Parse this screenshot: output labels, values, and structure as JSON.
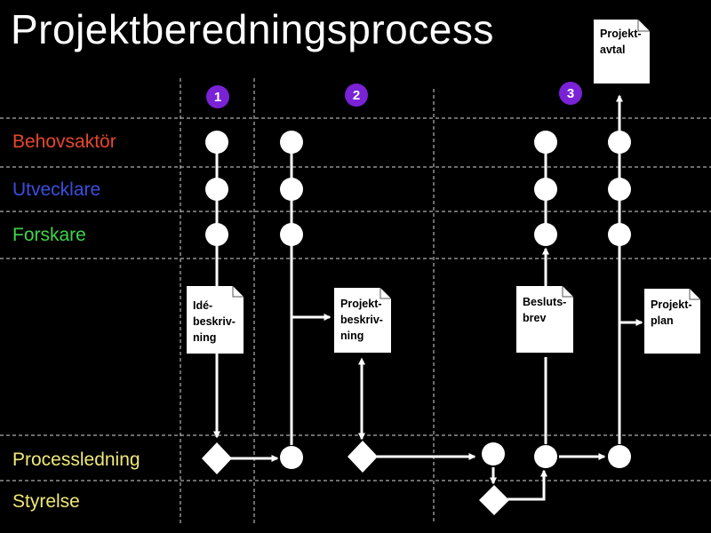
{
  "title": "Projektberedningsprocess",
  "lanes": [
    {
      "label": "Behovsaktör",
      "color": "#e8472c"
    },
    {
      "label": "Utvecklare",
      "color": "#3a4ee0"
    },
    {
      "label": "Forskare",
      "color": "#3fd44a"
    },
    {
      "label": "Processledning",
      "color": "#f0e878"
    },
    {
      "label": "Styrelse",
      "color": "#f0e878"
    }
  ],
  "steps": [
    "1",
    "2",
    "3"
  ],
  "step_color": "#7a22d6",
  "documents": {
    "ide": [
      "Idé-",
      "beskriv-",
      "ning"
    ],
    "projektbeskrivning": [
      "Projekt-",
      "beskriv-",
      "ning"
    ],
    "beslutsbrev": [
      "Besluts-",
      "brev"
    ],
    "projektplan": [
      "Projekt-",
      "plan"
    ],
    "projektavtal": [
      "Projekt-",
      "avtal"
    ]
  }
}
